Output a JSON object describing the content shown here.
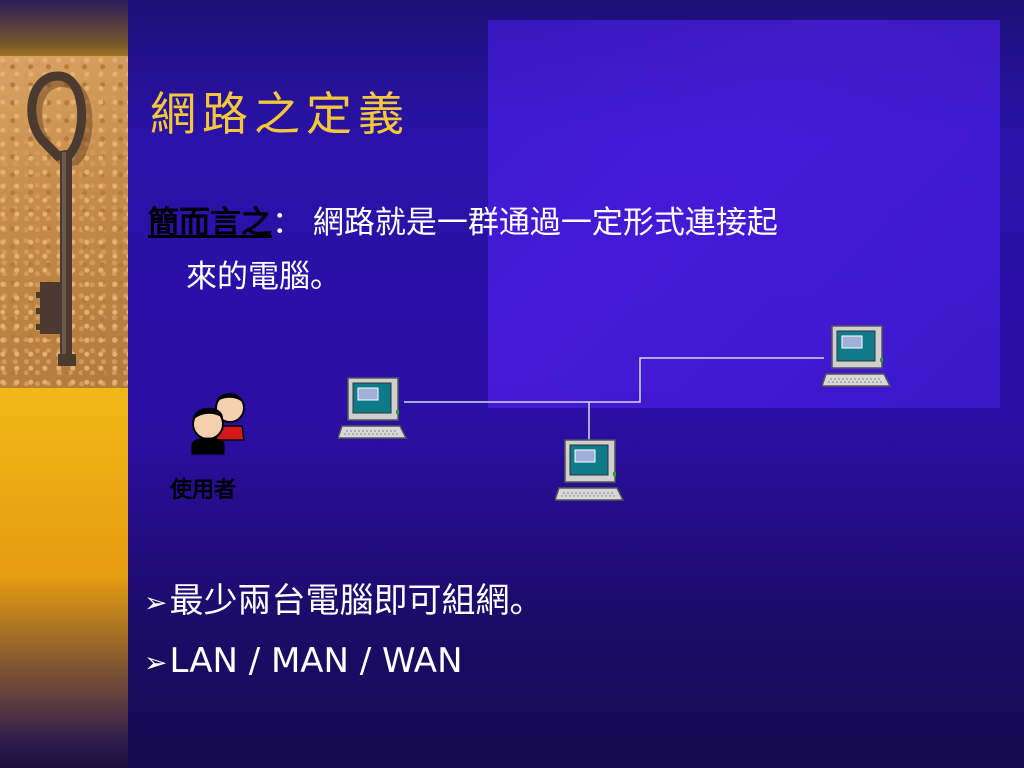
{
  "slide": {
    "title": "網路之定義",
    "definition_lead": "簡而言之",
    "definition_colon": "：",
    "definition_line1": "網路就是一群通過一定形式連接起",
    "definition_line2": "來的電腦。",
    "user_label": "使用者",
    "bullets": [
      {
        "arrow": "➢",
        "text": "最少兩台電腦即可組網。"
      },
      {
        "arrow": "➢",
        "text": "LAN / MAN / WAN"
      }
    ]
  },
  "colors": {
    "title": "#f2c83a",
    "background": "#2a12a8",
    "left_strip": "#f6c419"
  },
  "icons": [
    "key-image",
    "user-icon",
    "computer-icon"
  ]
}
